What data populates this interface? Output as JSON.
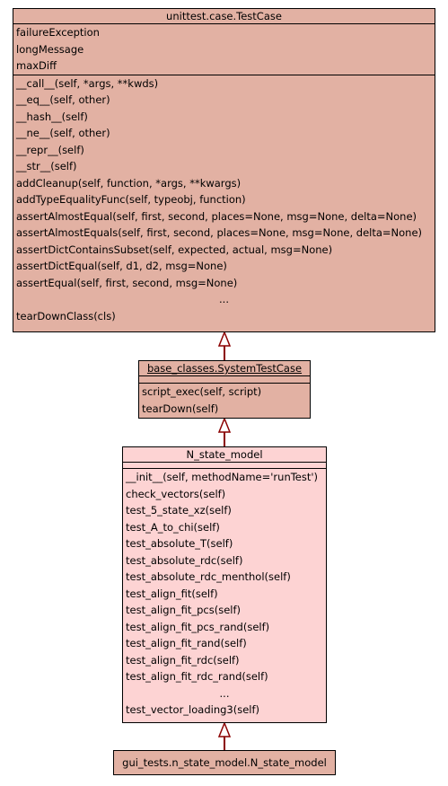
{
  "classes": {
    "testcase": {
      "name": "unittest.case.TestCase",
      "attributes": [
        "failureException",
        "longMessage",
        "maxDiff"
      ],
      "methods": [
        "__call__(self, *args, **kwds)",
        "__eq__(self, other)",
        "__hash__(self)",
        "__ne__(self, other)",
        "__repr__(self)",
        "__str__(self)",
        "addCleanup(self, function, *args, **kwargs)",
        "addTypeEqualityFunc(self, typeobj, function)",
        "assertAlmostEqual(self, first, second, places=None, msg=None, delta=None)",
        "assertAlmostEquals(self, first, second, places=None, msg=None, delta=None)",
        "assertDictContainsSubset(self, expected, actual, msg=None)",
        "assertDictEqual(self, d1, d2, msg=None)",
        "assertEqual(self, first, second, msg=None)",
        "...",
        "tearDownClass(cls)"
      ]
    },
    "systemtestcase": {
      "name": "base_classes.SystemTestCase",
      "methods": [
        "script_exec(self, script)",
        "tearDown(self)"
      ]
    },
    "n_state_model": {
      "name": "N_state_model",
      "methods": [
        "__init__(self, methodName='runTest')",
        "check_vectors(self)",
        "test_5_state_xz(self)",
        "test_A_to_chi(self)",
        "test_absolute_T(self)",
        "test_absolute_rdc(self)",
        "test_absolute_rdc_menthol(self)",
        "test_align_fit(self)",
        "test_align_fit_pcs(self)",
        "test_align_fit_pcs_rand(self)",
        "test_align_fit_rand(self)",
        "test_align_fit_rdc(self)",
        "test_align_fit_rdc_rand(self)",
        "...",
        "test_vector_loading3(self)"
      ]
    },
    "gui_n_state_model": {
      "name": "gui_tests.n_state_model.N_state_model"
    }
  },
  "colors": {
    "dark_fill": "#e2b1a3",
    "light_fill": "#fdd3d3",
    "edge": "#8b0000"
  }
}
